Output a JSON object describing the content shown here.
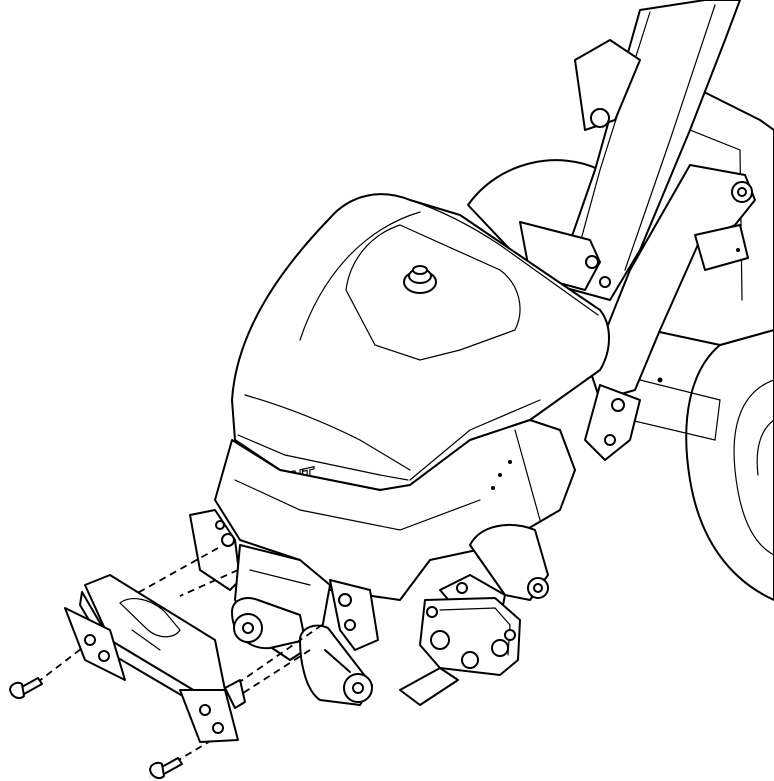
{
  "drawing": {
    "brand_logo": "AVANT",
    "line_color": "#000000",
    "background": "#ffffff",
    "parts": [
      "loader-front-assembly",
      "mounting-plate",
      "bolt",
      "bolt",
      "hydraulic-pump",
      "fuel-cap",
      "wheel"
    ]
  }
}
